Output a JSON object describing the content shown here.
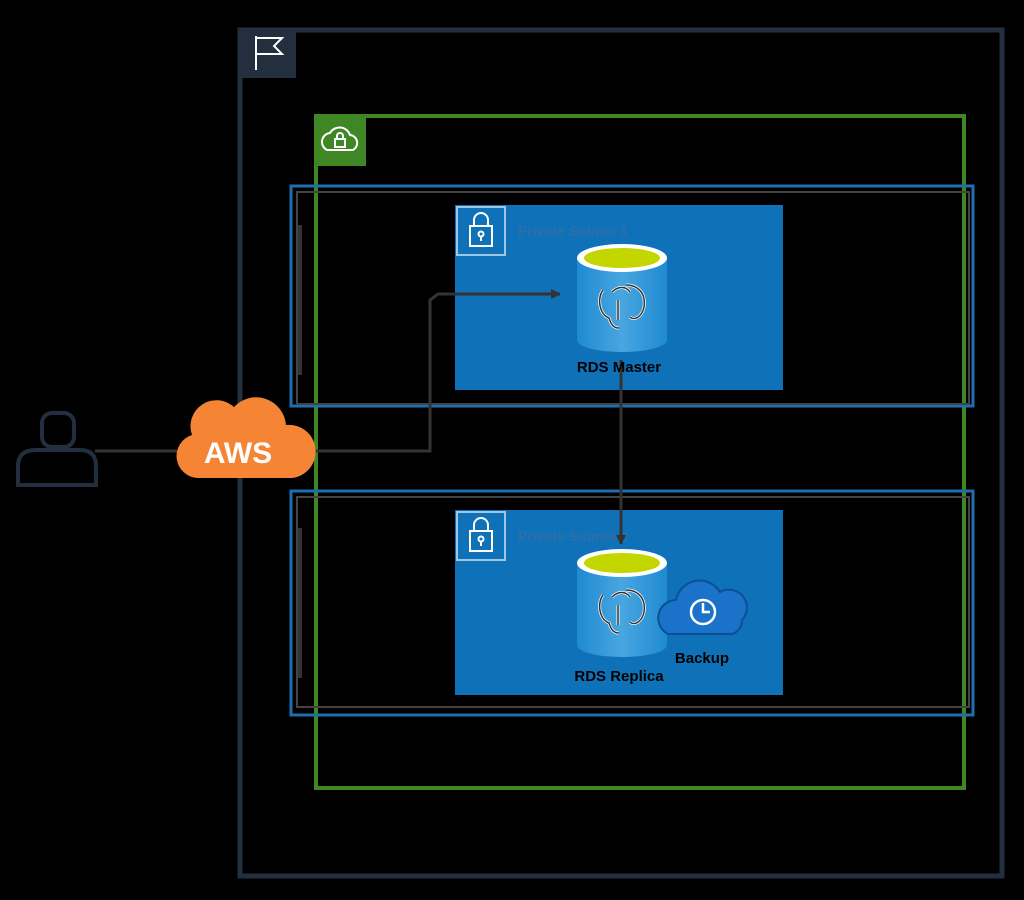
{
  "cloud": {
    "label": "AWS",
    "caption": ""
  },
  "region": {
    "label": ""
  },
  "vpc": {
    "label_line1": "",
    "label_line2": ""
  },
  "subnets": [
    {
      "title": "Private Subnet 1"
    },
    {
      "title": "Private Subnet 2"
    }
  ],
  "databases": {
    "master": {
      "label": "RDS Master"
    },
    "replica": {
      "label": "RDS Replica"
    }
  },
  "backup": {
    "label": "Backup"
  },
  "replication": {
    "label": ""
  },
  "colors": {
    "region_border": "#232f3e",
    "vpc_border": "#3f8624",
    "subnet_border": "#1f6fb0",
    "subnet_fill": "#0f72b8",
    "aws_orange": "#f58534",
    "db_top": "#c4d600",
    "connector": "#333333"
  },
  "icons": [
    "user-icon",
    "flag-icon",
    "cloud-lock-icon",
    "lock-icon",
    "postgresql-elephant-icon",
    "backup-cloud-icon"
  ]
}
